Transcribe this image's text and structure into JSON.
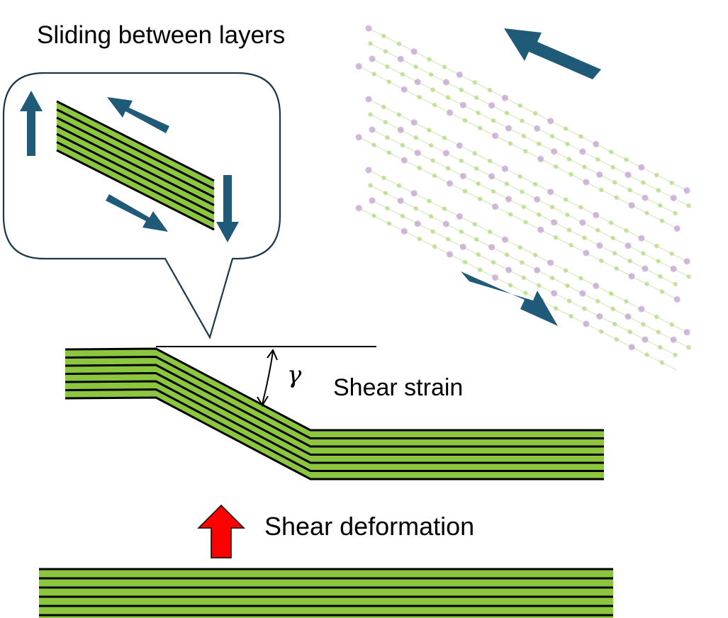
{
  "labels": {
    "title": "Sliding between layers",
    "shear_strain": "Shear strain",
    "shear_deformation": "Shear deformation",
    "gamma": "γ"
  },
  "colors": {
    "layer_fill": "#8CC63F",
    "layer_line": "#000000",
    "blue_arrow": "#1F5A78",
    "red_arrow": "#FF0000",
    "callout_stroke": "#1A3848",
    "atom_green": "#9ACD5A",
    "atom_purple": "#B07CC8"
  },
  "layers": {
    "count": 6
  }
}
